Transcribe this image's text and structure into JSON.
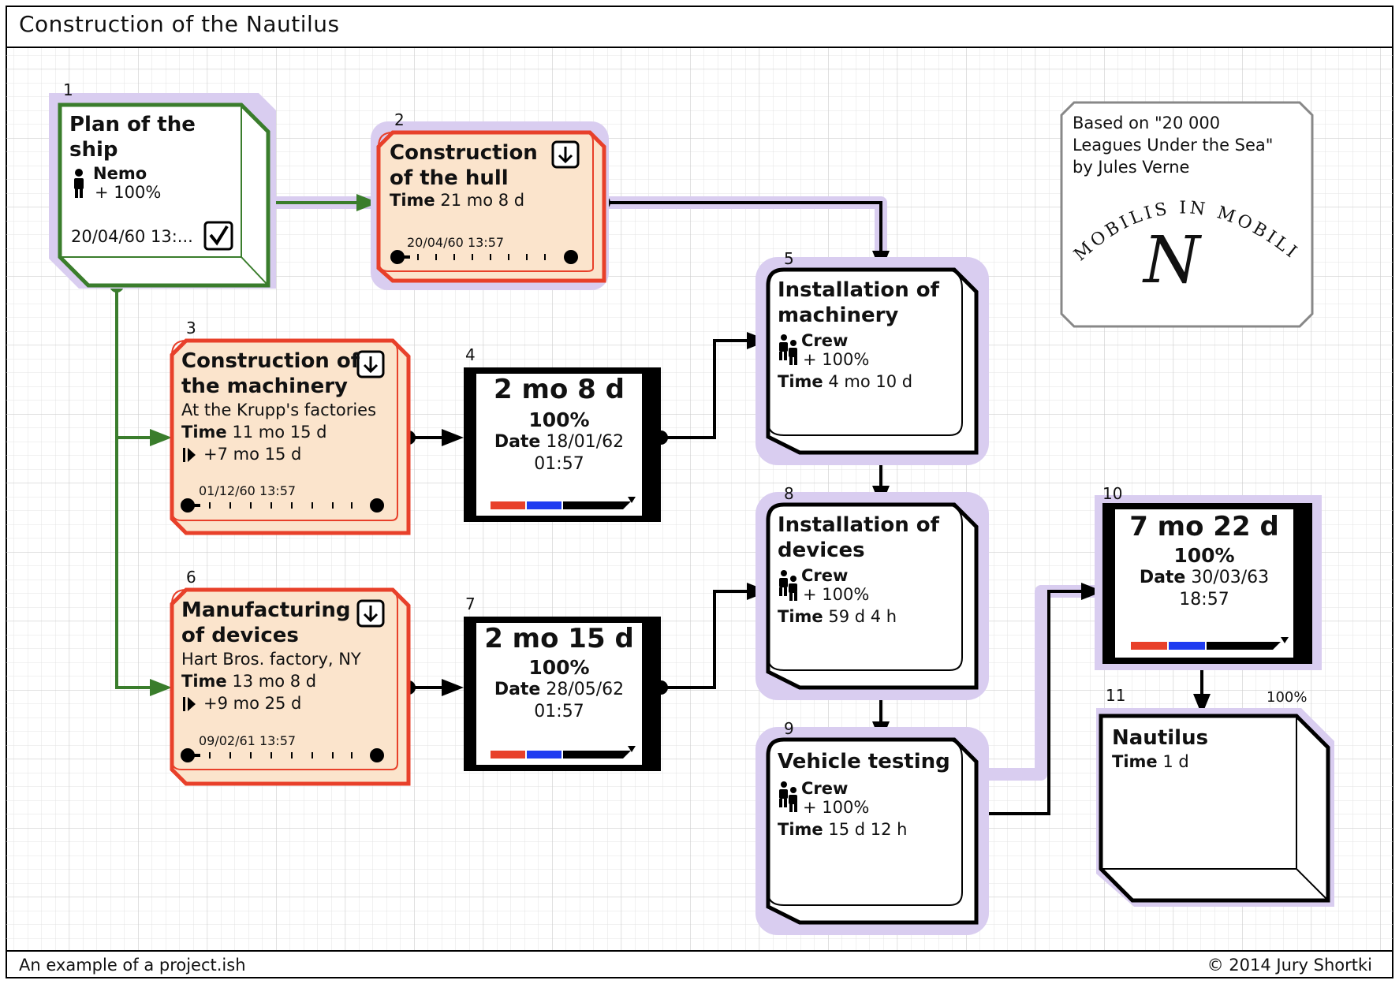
{
  "title": "Construction of the Nautilus",
  "footer": {
    "left": "An example of a project.ish",
    "right": "© 2014 Jury Shortki"
  },
  "note": {
    "lines": [
      "Based on \"20 000",
      "Leagues Under the Sea\"",
      "by Jules Verne"
    ],
    "motto": "MOBILIS IN MOBILI",
    "monogram": "N"
  },
  "nodes": {
    "n1": {
      "num": "1",
      "title1": "Plan of the",
      "title2": "ship",
      "person": "Nemo",
      "load": "+ 100%",
      "date": "20/04/60 13:..."
    },
    "n2": {
      "num": "2",
      "title1": "Construction",
      "title2": "of the hull",
      "time_label": "Time",
      "time_value": "21 mo 8 d",
      "date": "20/04/60 13:57"
    },
    "n3": {
      "num": "3",
      "title1": "Construction of",
      "title2": "the machinery",
      "subtitle": "At the Krupp's factories",
      "time_label": "Time",
      "time_value": "11 mo 15 d",
      "delay": "+7 mo 15 d",
      "date": "01/12/60 13:57"
    },
    "n4": {
      "num": "4",
      "duration": "2 mo 8 d",
      "percent": "100%",
      "date_label": "Date",
      "date_value": "18/01/62",
      "time": "01:57"
    },
    "n5": {
      "num": "5",
      "title1": "Installation of",
      "title2": "machinery",
      "crew": "Crew",
      "load": "+ 100%",
      "time_label": "Time",
      "time_value": "4 mo 10 d"
    },
    "n6": {
      "num": "6",
      "title1": "Manufacturing",
      "title2": "of devices",
      "subtitle": "Hart Bros. factory, NY",
      "time_label": "Time",
      "time_value": "13 mo 8 d",
      "delay": "+9 mo 25 d",
      "date": "09/02/61 13:57"
    },
    "n7": {
      "num": "7",
      "duration": "2 mo 15 d",
      "percent": "100%",
      "date_label": "Date",
      "date_value": "28/05/62",
      "time": "01:57"
    },
    "n8": {
      "num": "8",
      "title1": "Installation of",
      "title2": "devices",
      "crew": "Crew",
      "load": "+ 100%",
      "time_label": "Time",
      "time_value": "59 d 4 h"
    },
    "n9": {
      "num": "9",
      "title1": "Vehicle testing",
      "crew": "Crew",
      "load": "+ 100%",
      "time_label": "Time",
      "time_value": "15 d 12 h"
    },
    "n10": {
      "num": "10",
      "duration": "7 mo 22 d",
      "percent": "100%",
      "date_label": "Date",
      "date_value": "30/03/63",
      "time": "18:57"
    },
    "n11": {
      "num": "11",
      "percent": "100%",
      "title1": "Nautilus",
      "time_label": "Time",
      "time_value": "1 d"
    }
  },
  "colors": {
    "green": "#3a7d2c",
    "red": "#e8402a",
    "peach": "#fbe4cc",
    "lavender": "#d9cdf0",
    "black": "#000000",
    "blue": "#1f3cf0",
    "grid": "#d8d8d8"
  }
}
